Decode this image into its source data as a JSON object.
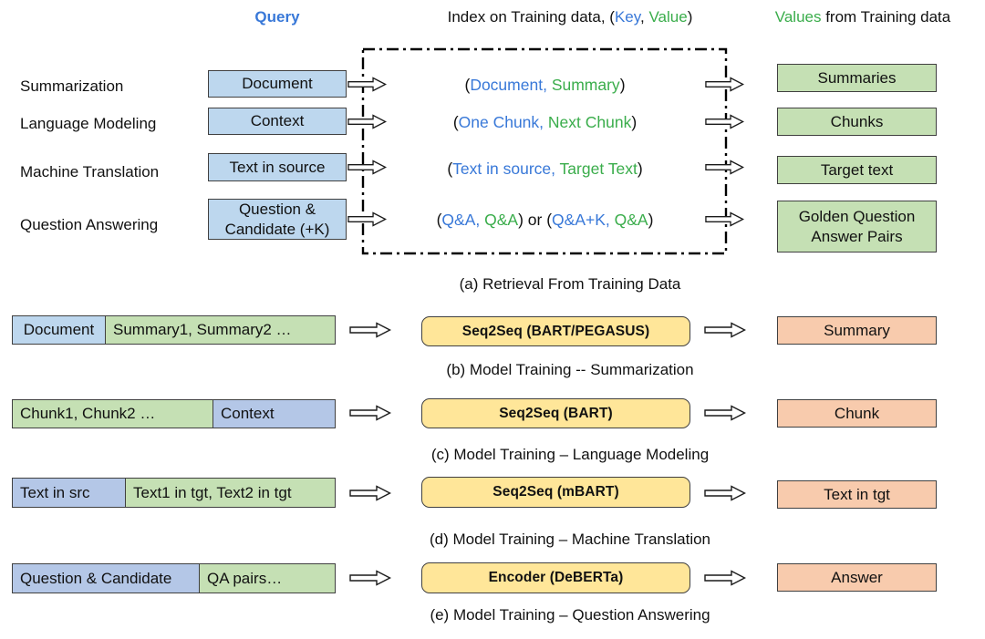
{
  "colors": {
    "query_blue_fill": "#bdd7ee",
    "periwinkle_fill": "#b4c7e7",
    "green_fill": "#c5e0b4",
    "yellow_fill": "#ffe699",
    "orange_fill": "#f8cbad",
    "key_text_blue": "#3878d8",
    "value_text_green": "#3aad4b"
  },
  "header": {
    "query": "Query",
    "index_pre": "Index on Training data, (",
    "index_key": "Key",
    "index_sep": ", ",
    "index_value": "Value",
    "index_post": ")",
    "values_word": "Values",
    "values_rest": " from Training data"
  },
  "punct": {
    "open": "(",
    "close": ")",
    "or_open": ") or ("
  },
  "retrieval": {
    "caption": "(a) Retrieval From Training Data",
    "rows": [
      {
        "task": "Summarization",
        "query": "Document",
        "key": "Document,",
        "value": "Summary",
        "output": "Summaries"
      },
      {
        "task": "Language Modeling",
        "query": "Context",
        "key": "One Chunk,",
        "value": "Next Chunk",
        "output": "Chunks"
      },
      {
        "task": "Machine Translation",
        "query": "Text in source",
        "key": "Text in source,",
        "value": "Target Text",
        "output": "Target text"
      },
      {
        "task": "Question Answering",
        "query_line1": "Question &",
        "query_line2": "Candidate (+K)",
        "key1": "Q&A,",
        "value1": "Q&A",
        "key2": "Q&A+K,",
        "value2": "Q&A",
        "output_line1": "Golden Question",
        "output_line2": "Answer Pairs"
      }
    ]
  },
  "training": {
    "rows": [
      {
        "caption": "(b) Model Training -- Summarization",
        "input_parts": [
          "Document",
          "Summary1, Summary2 …"
        ],
        "model": "Seq2Seq (BART/PEGASUS)",
        "output": "Summary"
      },
      {
        "caption": "(c) Model Training – Language Modeling",
        "input_parts": [
          "Chunk1, Chunk2 …",
          "Context"
        ],
        "model": "Seq2Seq (BART)",
        "output": "Chunk"
      },
      {
        "caption": "(d) Model Training – Machine Translation",
        "input_parts": [
          "Text in src",
          "Text1 in tgt, Text2 in tgt"
        ],
        "model": "Seq2Seq (mBART)",
        "output": "Text in tgt"
      },
      {
        "caption": "(e) Model Training – Question Answering",
        "input_parts": [
          "Question & Candidate",
          "QA pairs…"
        ],
        "model": "Encoder (DeBERTa)",
        "output": "Answer"
      }
    ]
  }
}
